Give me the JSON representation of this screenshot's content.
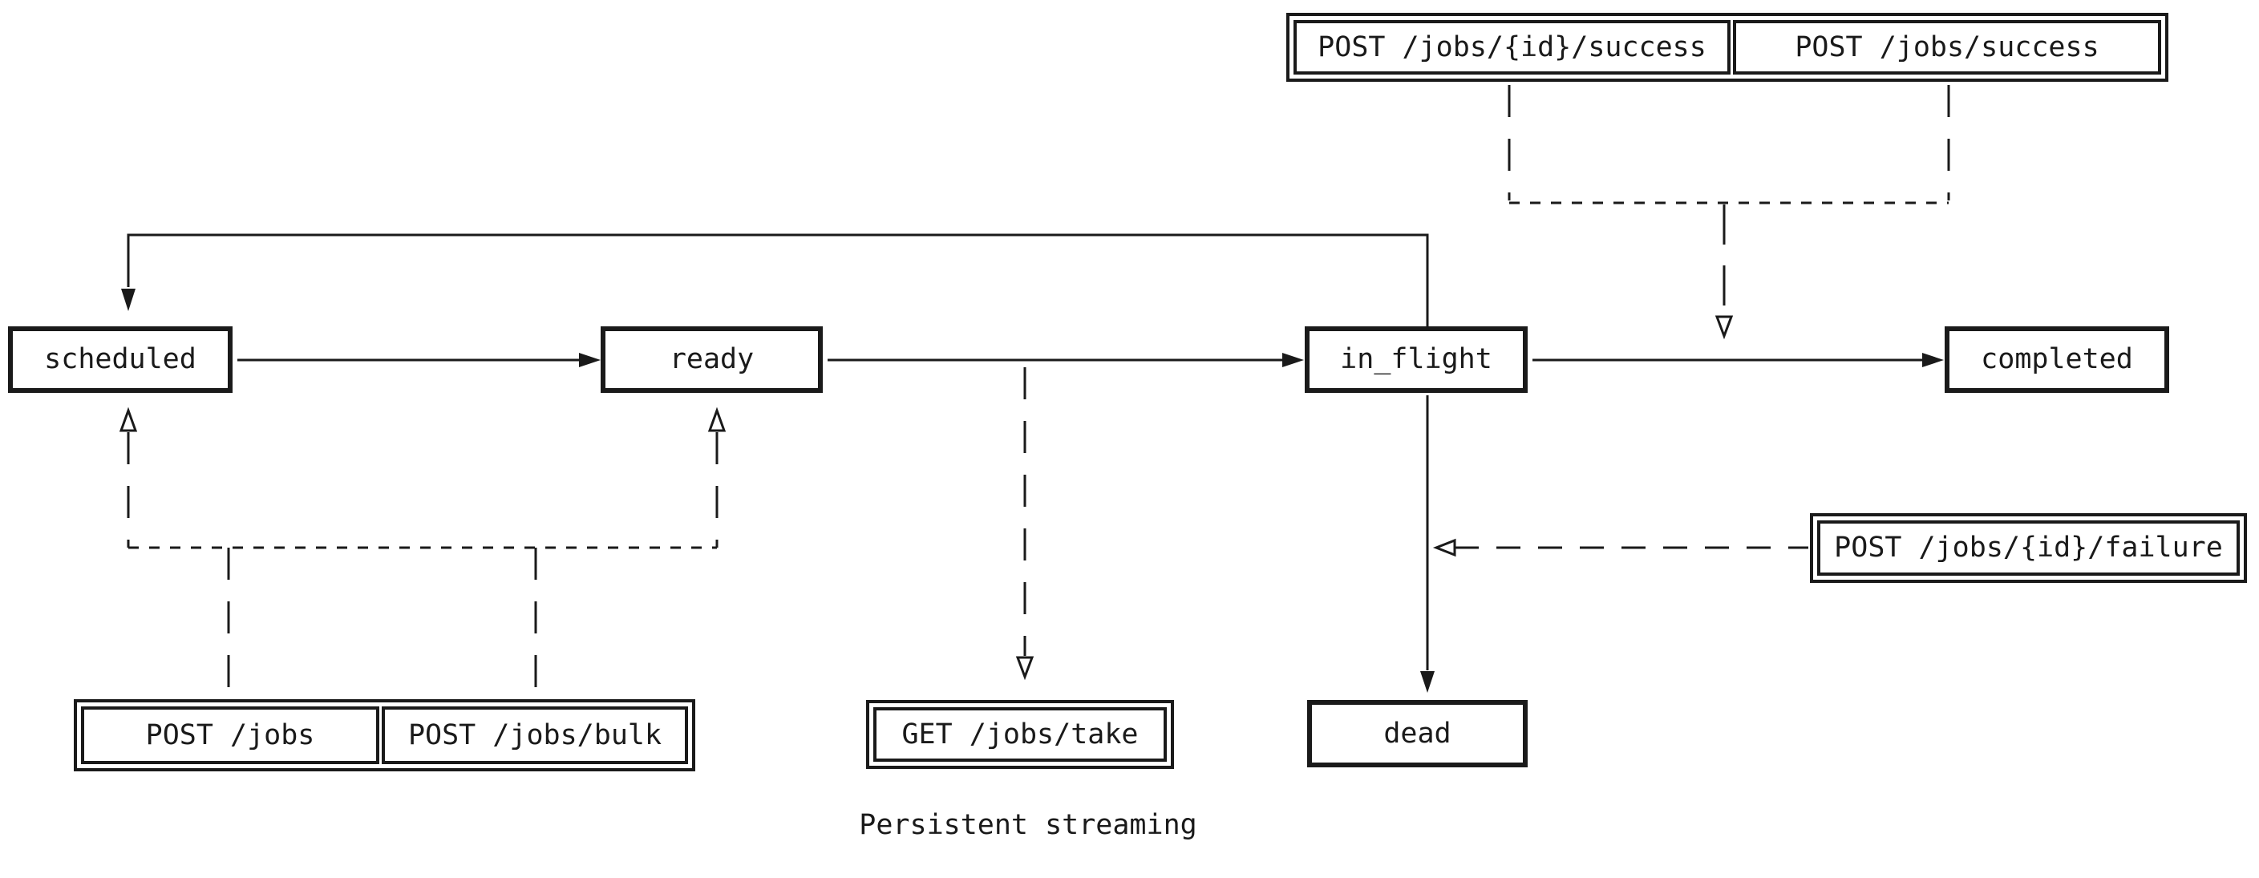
{
  "theme": {
    "ink": "#1a1a1a",
    "background": "#ffffff"
  },
  "diagram": {
    "caption": "Persistent streaming",
    "states": {
      "scheduled": "scheduled",
      "ready": "ready",
      "in_flight": "in_flight",
      "completed": "completed",
      "dead": "dead"
    },
    "endpoints": {
      "post_job_id_success": "POST /jobs/{id}/success",
      "post_jobs_success": "POST /jobs/success",
      "post_jobs": "POST /jobs",
      "post_jobs_bulk": "POST /jobs/bulk",
      "get_jobs_take": "GET /jobs/take",
      "post_job_id_failure": "POST /jobs/{id}/failure"
    },
    "edges": [
      {
        "from": "scheduled",
        "to": "ready",
        "style": "solid",
        "arrowhead": "filled"
      },
      {
        "from": "ready",
        "to": "in_flight",
        "style": "solid",
        "arrowhead": "filled"
      },
      {
        "from": "in_flight",
        "to": "completed",
        "style": "solid",
        "arrowhead": "filled"
      },
      {
        "from": "in_flight",
        "to": "dead",
        "style": "solid",
        "arrowhead": "filled"
      },
      {
        "from": "in_flight",
        "to": "scheduled",
        "style": "solid",
        "arrowhead": "filled"
      },
      {
        "from": "POST /jobs/{id}/success, POST /jobs/success",
        "to": "in_flight-completed edge",
        "style": "dashed",
        "arrowhead": "open"
      },
      {
        "from": "POST /jobs, POST /jobs/bulk",
        "to": "scheduled, ready",
        "style": "dashed",
        "arrowhead": "open"
      },
      {
        "from": "ready-in_flight edge",
        "to": "GET /jobs/take",
        "style": "dashed",
        "arrowhead": "open"
      },
      {
        "from": "POST /jobs/{id}/failure",
        "to": "in_flight-dead edge",
        "style": "dashed",
        "arrowhead": "open"
      }
    ]
  }
}
